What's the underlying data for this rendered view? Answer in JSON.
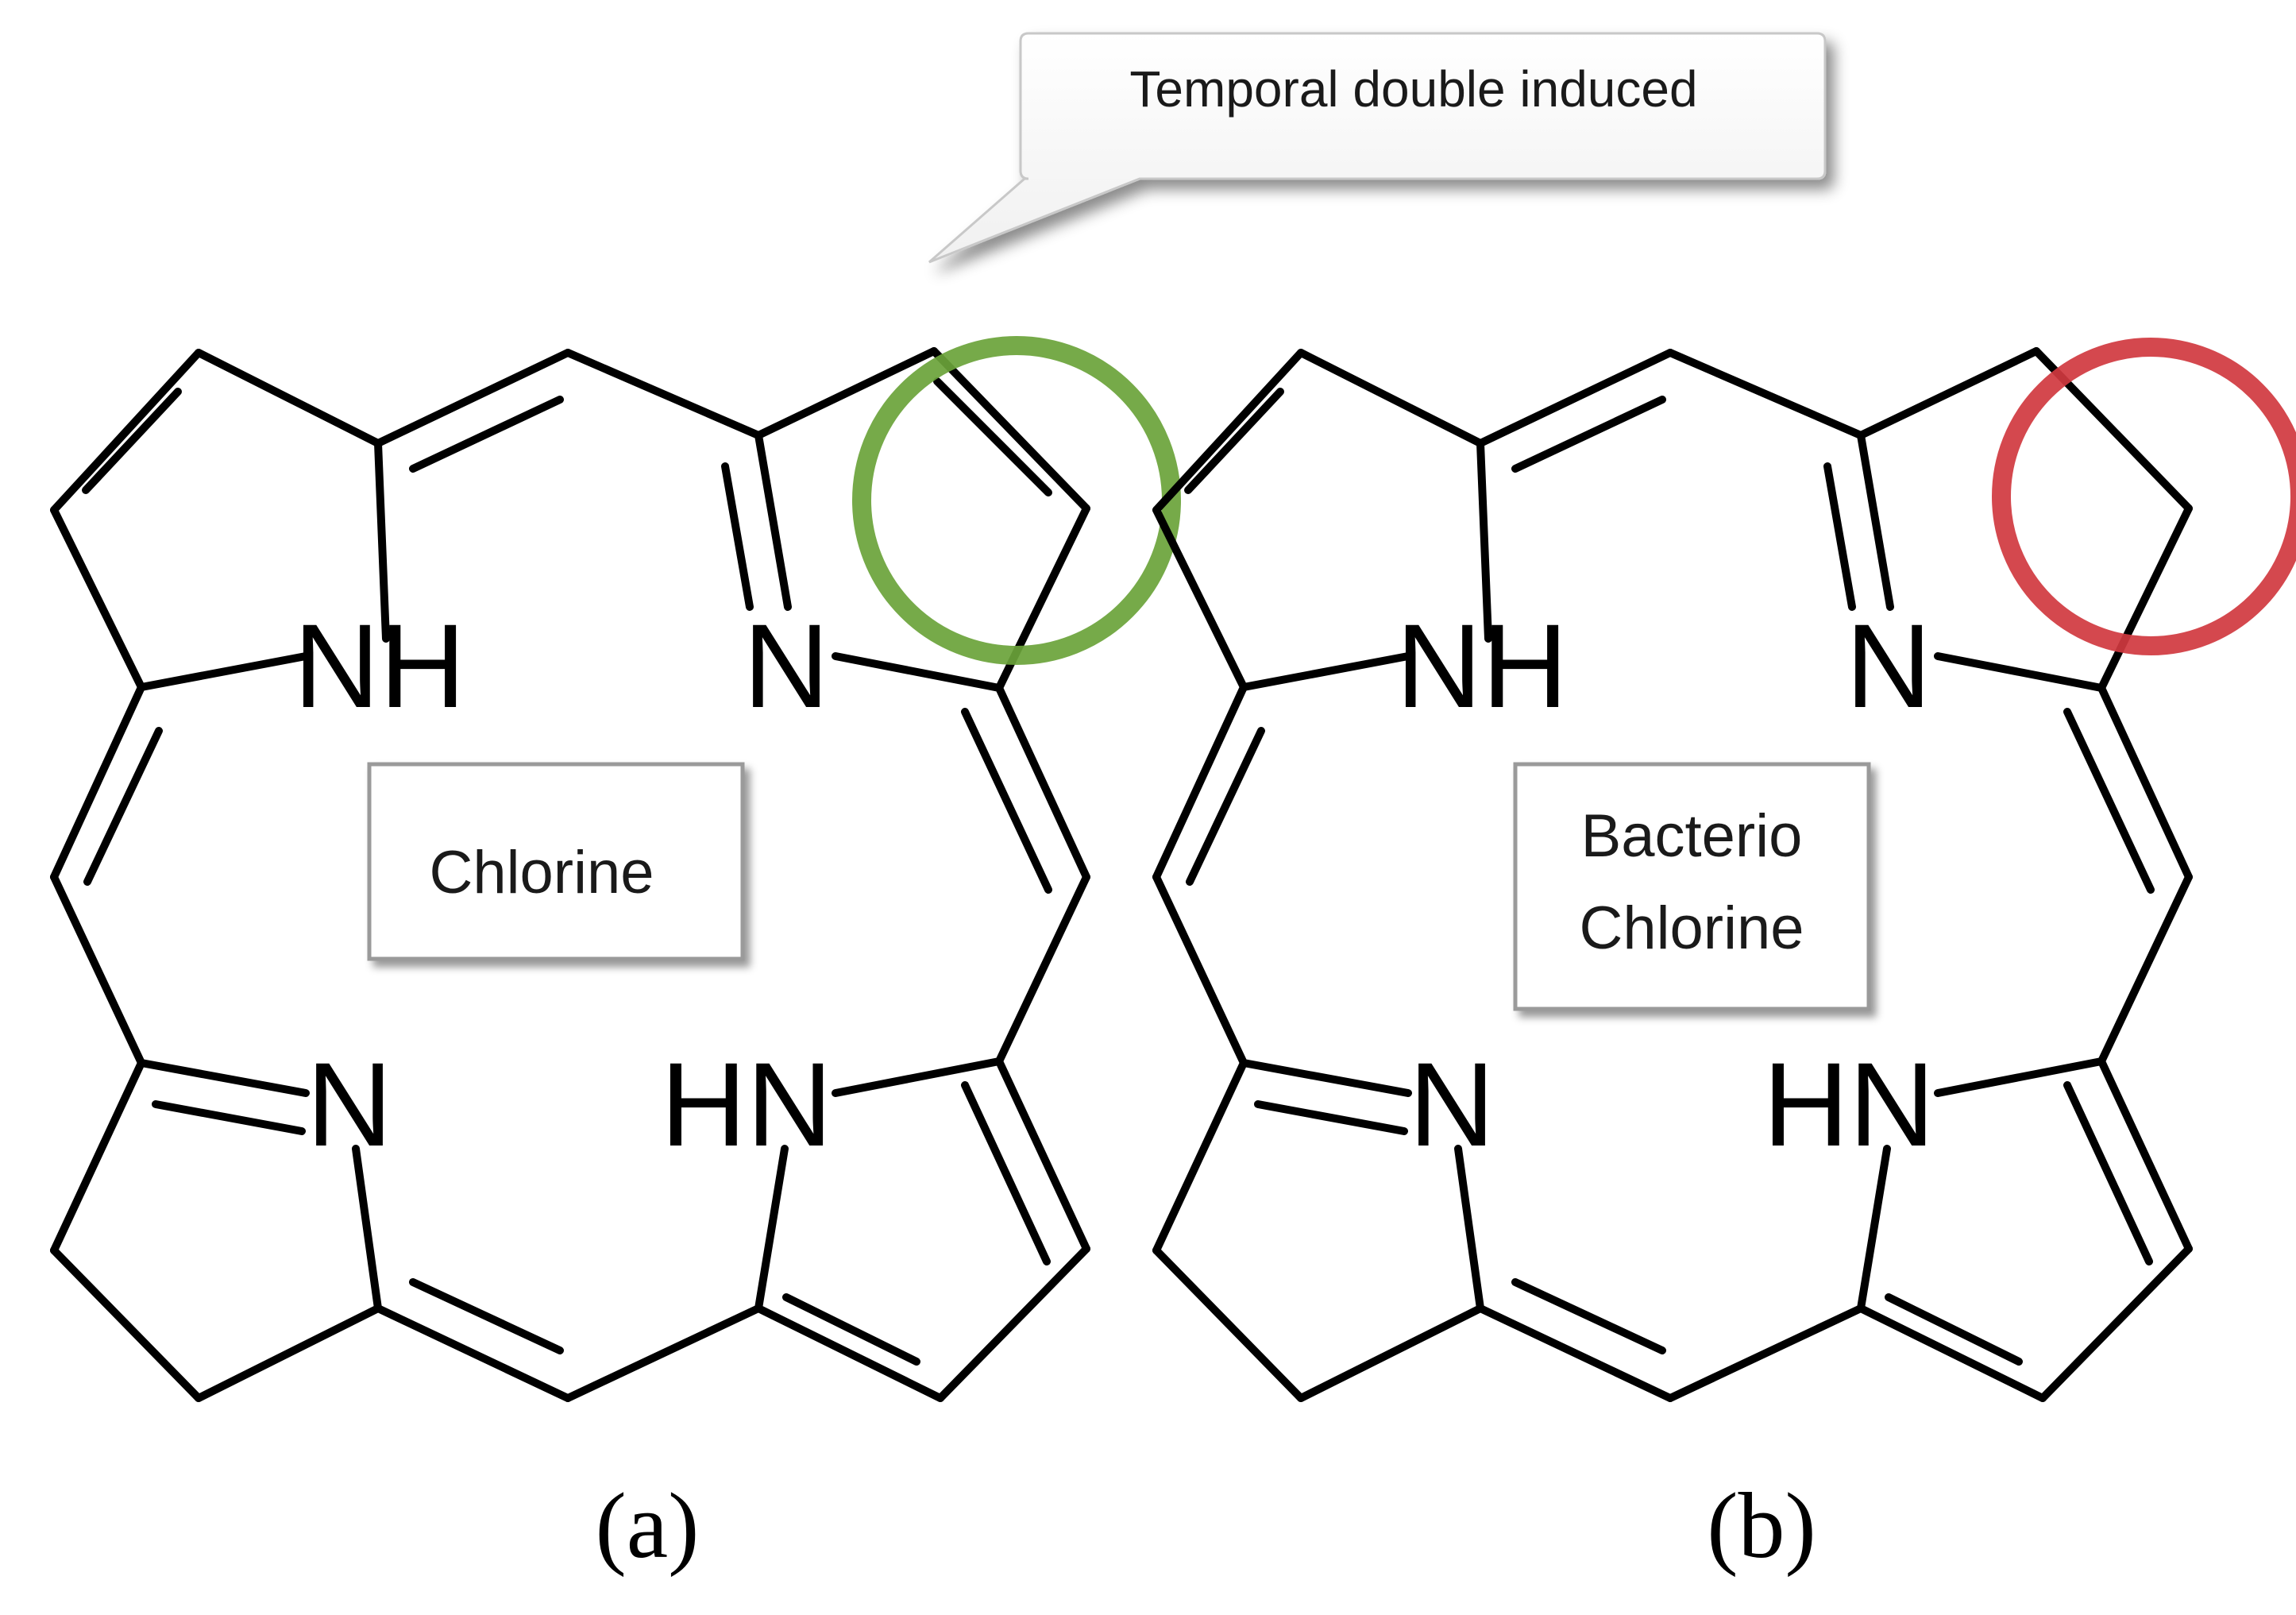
{
  "callout": {
    "text": "Temporal double induced"
  },
  "molecules": [
    {
      "id": "a",
      "atoms": {
        "nh_top": "NH",
        "n_top": "N",
        "n_bottom": "N",
        "hn_bottom": "HN"
      },
      "box_lines": [
        "Chlorine"
      ],
      "panel_label": "(a)",
      "highlight_color": "#6aa33a"
    },
    {
      "id": "b",
      "atoms": {
        "nh_top": "NH",
        "n_top": "N",
        "n_bottom": "N",
        "hn_bottom": "HN"
      },
      "box_lines": [
        "Bacterio",
        "Chlorine"
      ],
      "panel_label": "(b)",
      "highlight_color": "#d0383f"
    }
  ]
}
